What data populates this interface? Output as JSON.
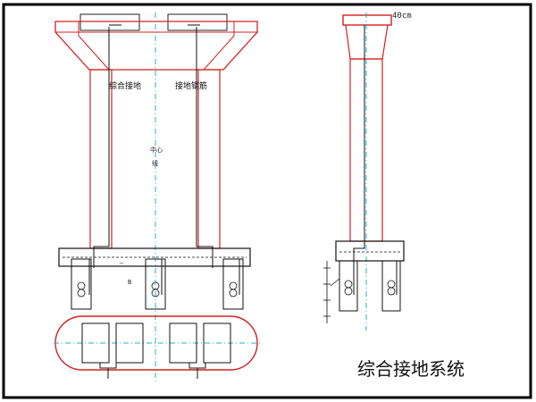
{
  "caption": "综合接地系统",
  "dimension_label": "40cm",
  "annotations": {
    "left_column_label": "综合接地",
    "right_column_label": "接地钢筋",
    "center_label_1": "中心",
    "center_label_2": "线"
  },
  "colors": {
    "outline": "#d42020",
    "structure": "#111111",
    "centerline": "#20b0c8",
    "frame": "#000000"
  }
}
